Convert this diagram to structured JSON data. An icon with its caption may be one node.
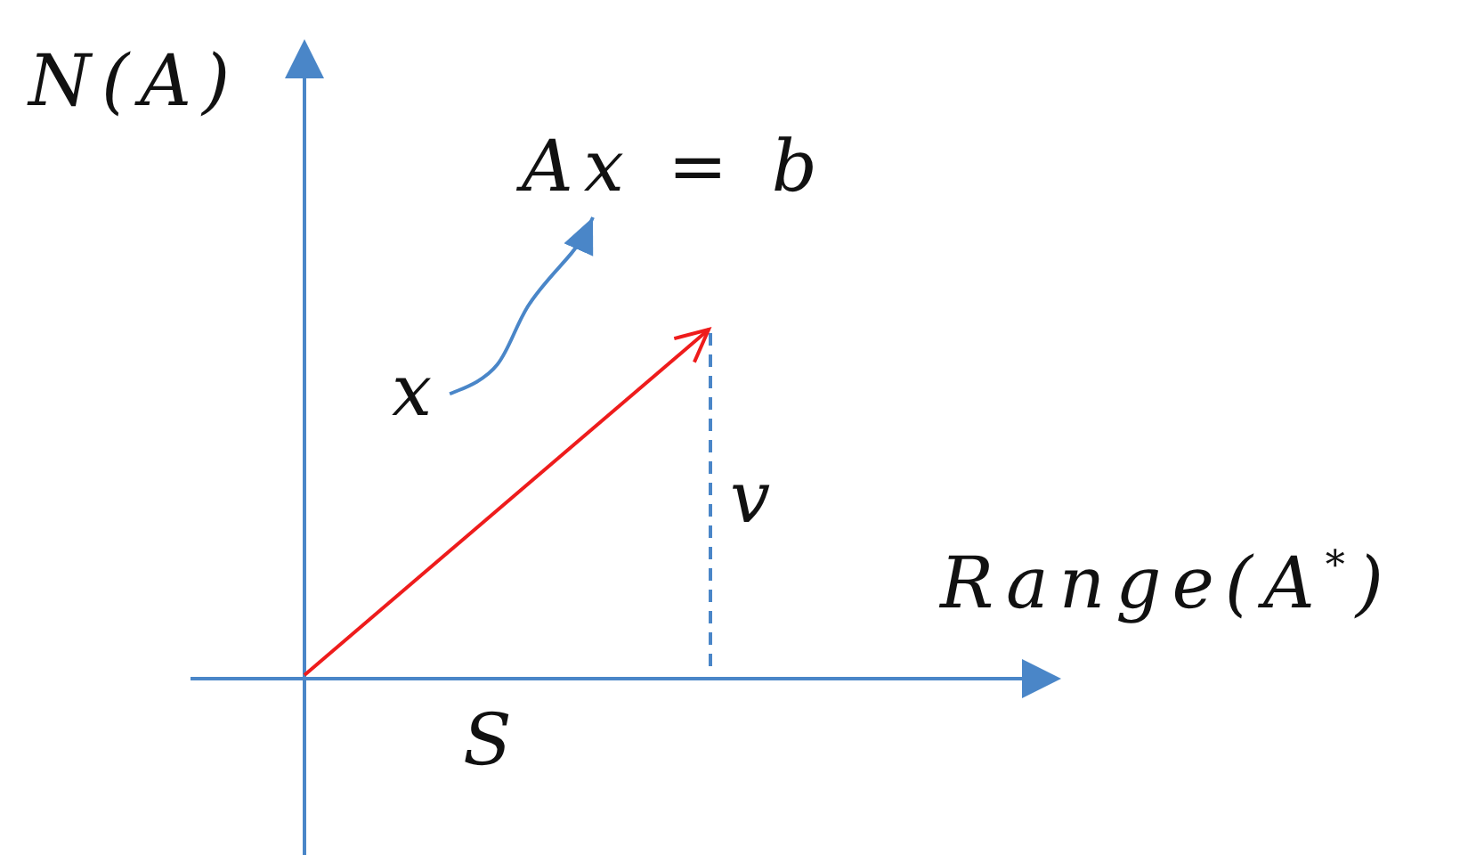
{
  "diagram": {
    "nodes": [
      {
        "text": [
          "Ax = b"
        ]
      },
      {
        "text": [
          "x"
        ]
      }
    ],
    "edges": [
      {
        "from": 1,
        "to": 0,
        "arrow": "to"
      }
    ],
    "labels": [
      "N(A)",
      "v",
      "Range(A$^{*}$)",
      "S"
    ]
  }
}
